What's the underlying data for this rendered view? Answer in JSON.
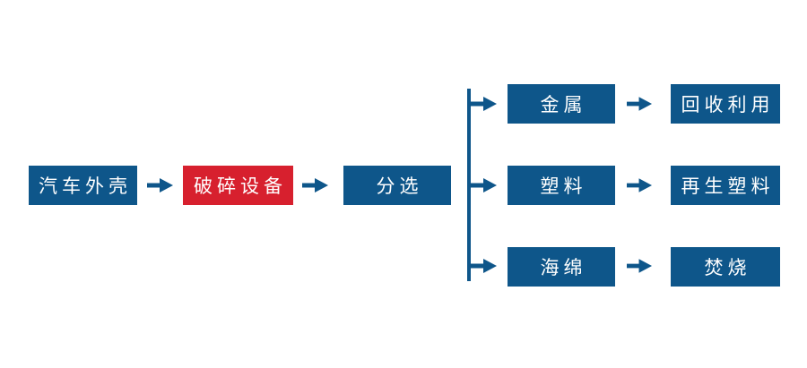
{
  "colors": {
    "primary_blue": "#0E568A",
    "accent_red": "#D7202E",
    "text_white": "#FFFFFF",
    "background": "#FFFFFF"
  },
  "flow": {
    "type": "flowchart",
    "direction": "left-to-right",
    "main_chain": [
      {
        "label": "汽车外壳",
        "color": "blue"
      },
      {
        "label": "破碎设备",
        "color": "red"
      },
      {
        "label": "分选",
        "color": "blue"
      }
    ],
    "branches": [
      {
        "material": "金属",
        "outcome": "回收利用"
      },
      {
        "material": "塑料",
        "outcome": "再生塑料"
      },
      {
        "material": "海绵",
        "outcome": "焚烧"
      }
    ]
  }
}
